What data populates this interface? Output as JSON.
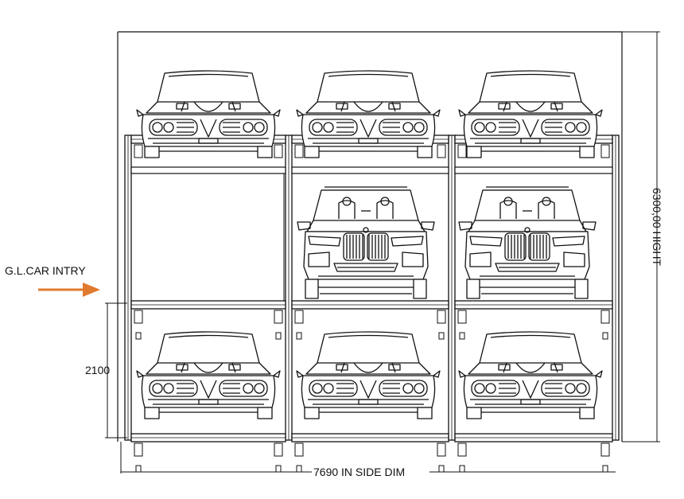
{
  "labels": {
    "entry": "G.L.CAR INTRY",
    "height_dim": "6300,00 HIGHT",
    "level_dim": "2100",
    "width_dim": "7690 IN SIDE DIM"
  },
  "grid": {
    "columns": 3,
    "levels": 3,
    "slots": [
      {
        "level": "top",
        "column": 1,
        "car": "sedan"
      },
      {
        "level": "top",
        "column": 2,
        "car": "sedan"
      },
      {
        "level": "top",
        "column": 3,
        "car": "sedan"
      },
      {
        "level": "middle",
        "column": 1,
        "car": "empty"
      },
      {
        "level": "middle",
        "column": 2,
        "car": "suv"
      },
      {
        "level": "middle",
        "column": 3,
        "car": "suv"
      },
      {
        "level": "bottom",
        "column": 1,
        "car": "sedan"
      },
      {
        "level": "bottom",
        "column": 2,
        "car": "sedan"
      },
      {
        "level": "bottom",
        "column": 3,
        "car": "sedan"
      }
    ]
  },
  "colors": {
    "line": "#111111",
    "arrow": "#e07a2e",
    "background": "#ffffff"
  }
}
